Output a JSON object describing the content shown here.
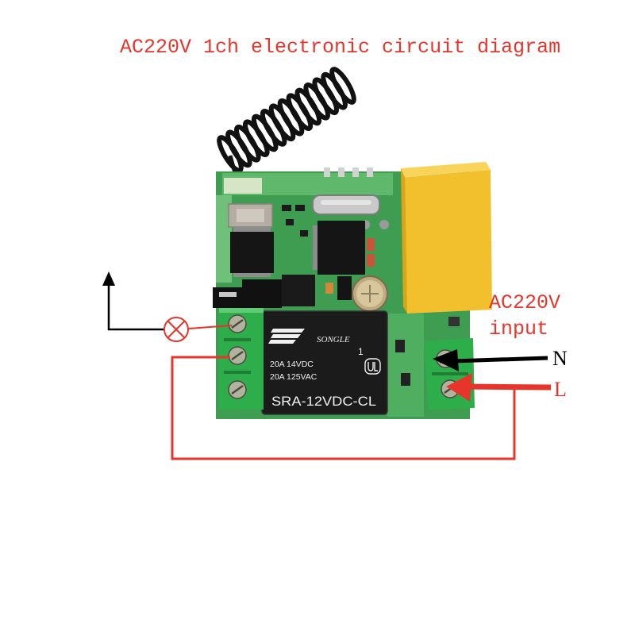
{
  "title": "AC220V 1ch electronic circuit diagram",
  "input_label": {
    "line1": "AC220V",
    "line2": "input"
  },
  "terminal_labels": {
    "neutral": "N",
    "live": "L"
  },
  "relay": {
    "brand": "SONGLE",
    "rating_dc": "20A 14VDC",
    "rating_ac": "20A 125VAC",
    "model": "SRA-12VDC-CL",
    "pin_number": "1"
  },
  "colors": {
    "annotation_red": "#e8352b",
    "arrow_black": "#000000",
    "pcb_green": "#3f9d52",
    "terminal_green": "#2eae4b",
    "capacitor_yellow": "#f1c02c",
    "relay_black": "#1b1b1b"
  },
  "icons": {
    "lamp": "lamp-icon",
    "output_arrow": "arrow-up-icon",
    "relay_logo": "songle-logo-icon",
    "certification": "ul-mark-icon"
  }
}
